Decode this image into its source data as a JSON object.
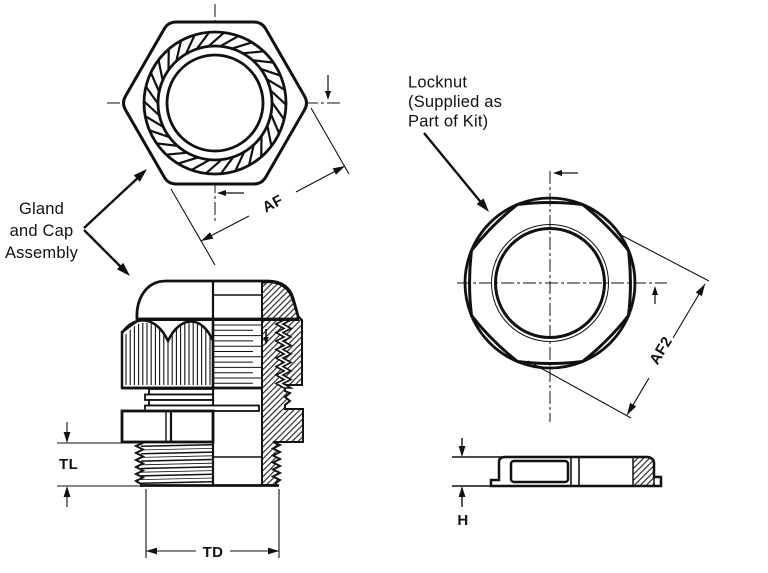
{
  "drawing": {
    "annotations": {
      "gland_cap_assembly": {
        "line1": "Gland",
        "line2": "and Cap",
        "line3": "Assembly"
      },
      "locknut_note": {
        "line1": "Locknut",
        "line2": "(Supplied as",
        "line3": "Part of Kit)"
      }
    },
    "dimension_labels": {
      "af": "AF",
      "af2": "AF2",
      "tl": "TL",
      "td": "TD",
      "h": "H"
    },
    "colors": {
      "ink": "#111111",
      "paper": "#ffffff"
    }
  }
}
